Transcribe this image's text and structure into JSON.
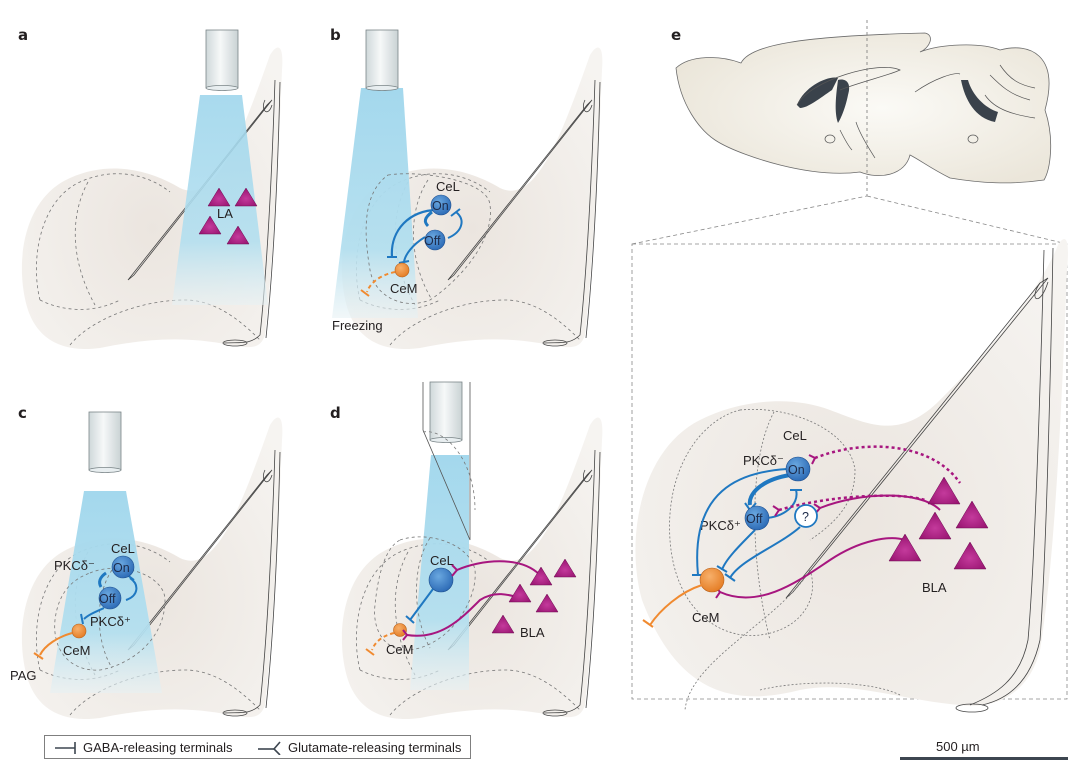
{
  "figure": {
    "panels": [
      {
        "id": "a",
        "label": "a",
        "texts": {
          "region": "LA"
        }
      },
      {
        "id": "b",
        "label": "b",
        "texts": {
          "cel": "CeL",
          "on": "On",
          "off": "Off",
          "cem": "CeM",
          "output": "Freezing"
        }
      },
      {
        "id": "c",
        "label": "c",
        "texts": {
          "cel": "CeL",
          "on": "On",
          "off": "Off",
          "cem": "CeM",
          "pkc_minus": "PKCδ⁻",
          "pkc_plus": "PKCδ⁺",
          "output": "PAG"
        }
      },
      {
        "id": "d",
        "label": "d",
        "texts": {
          "cel": "CeL",
          "cem": "CeM",
          "bla": "BLA"
        }
      },
      {
        "id": "e",
        "label": "e",
        "texts": {
          "cel": "CeL",
          "on": "On",
          "off": "Off",
          "unknown": "?",
          "cem": "CeM",
          "pkc_minus": "PKCδ⁻",
          "pkc_plus": "PKCδ⁺",
          "bla": "BLA"
        }
      }
    ],
    "legend": {
      "gaba": "GABA-releasing terminals",
      "glutamate": "Glutamate-releasing terminals"
    },
    "scale_bar": {
      "label": "500 µm"
    },
    "colors": {
      "gaba_blue": "#1f78c1",
      "glutamate_magenta": "#a7167f",
      "cem_orange": "#f08a30",
      "light_blue": "#a9dcef",
      "tissue": "#efebe6",
      "ventricle": "#3a424b"
    },
    "icons": {
      "optic_fiber": "optic-fiber-icon",
      "pyramidal_neuron": "triangle-neuron-icon",
      "interneuron": "circle-neuron-icon"
    }
  }
}
